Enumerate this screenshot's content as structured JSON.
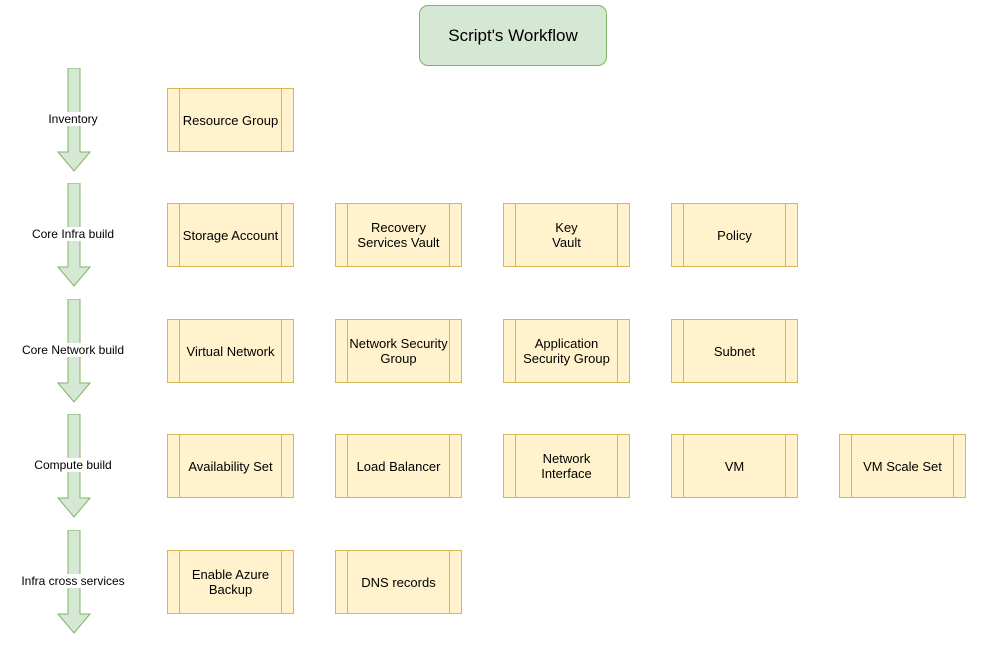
{
  "title": "Script's Workflow",
  "colors": {
    "title_fill": "#d5e8d4",
    "title_stroke": "#82b366",
    "box_fill": "#fff2cc",
    "box_stroke": "#d6b656",
    "arrow_fill": "#d5e8d4",
    "arrow_stroke": "#82b366"
  },
  "stages": [
    {
      "label": "Inventory",
      "items": [
        "Resource Group"
      ]
    },
    {
      "label": "Core Infra build",
      "items": [
        "Storage Account",
        "Recovery\nServices Vault",
        "Key\nVault",
        "Policy"
      ]
    },
    {
      "label": "Core Network build",
      "items": [
        "Virtual Network",
        "Network Security\nGroup",
        "Application\nSecurity Group",
        "Subnet"
      ]
    },
    {
      "label": "Compute build",
      "items": [
        "Availability Set",
        "Load Balancer",
        "Network\nInterface",
        "VM",
        "VM Scale Set"
      ]
    },
    {
      "label": "Infra cross services",
      "items": [
        "Enable Azure\nBackup",
        "DNS records"
      ]
    }
  ]
}
